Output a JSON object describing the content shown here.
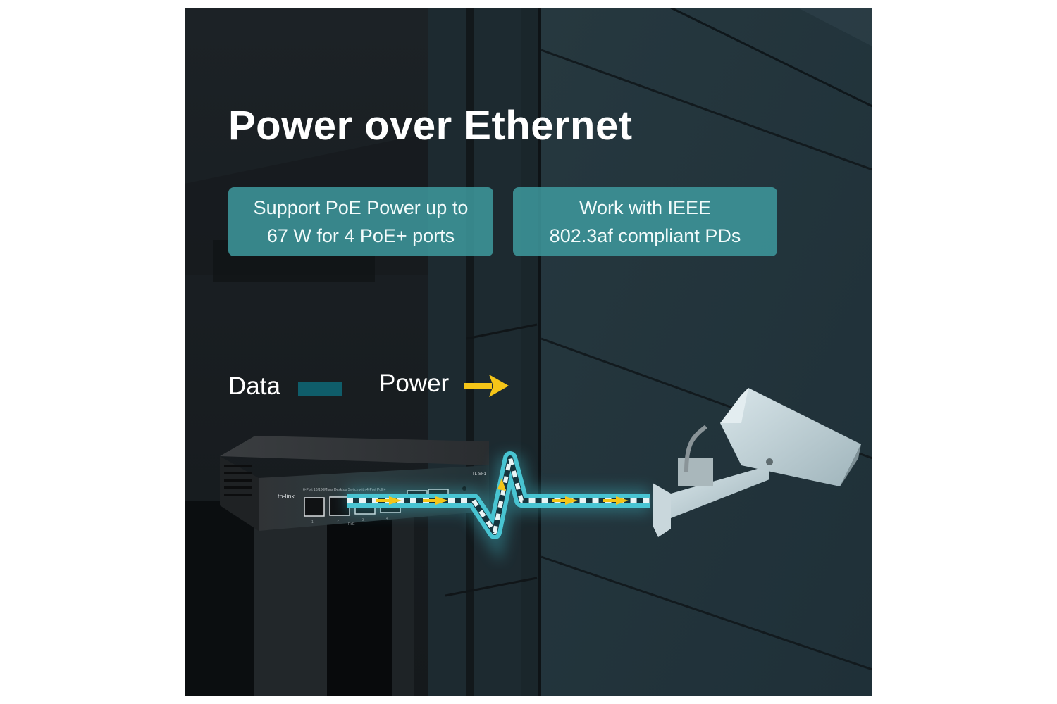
{
  "banner": {
    "title": "Power over Ethernet",
    "features": [
      {
        "line1": "Support PoE Power up to",
        "line2": "67 W for 4 PoE+ ports"
      },
      {
        "line1": "Work with IEEE",
        "line2": "802.3af compliant PDs"
      }
    ],
    "legend": {
      "data_label": "Data",
      "data_color": "#0f5d6a",
      "power_label": "Power",
      "power_color": "#f5c518"
    }
  },
  "switch_device": {
    "brand": "tp-link",
    "model": "TL-SF1",
    "description": "6-Port 10/100Mbps Desktop Switch with 4-Port PoE+",
    "port_numbers": [
      "1",
      "2",
      "3",
      "4"
    ],
    "poe_label": "PoE"
  },
  "camera_device": {
    "type": "ip-camera"
  },
  "colors": {
    "cable_glow": "#3fc6d6",
    "background_dark": "#1b2024",
    "background_wall": "#23343c",
    "feature_box": "#3e989d"
  }
}
